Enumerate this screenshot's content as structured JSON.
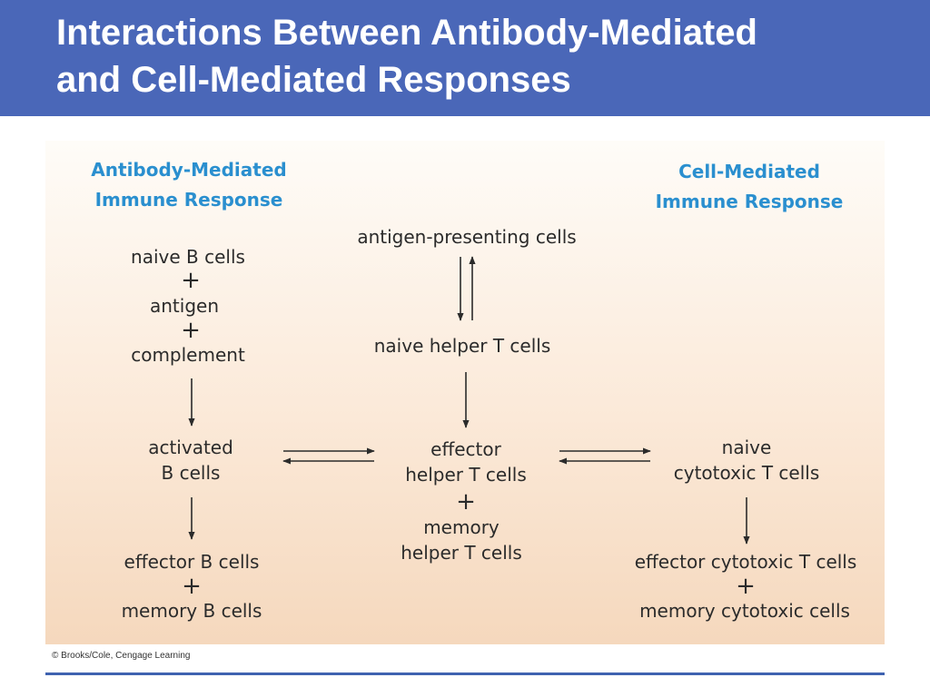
{
  "slide": {
    "title_lines": [
      "Interactions Between Antibody-Mediated",
      "and Cell-Mediated Responses"
    ],
    "credit": "© Brooks/Cole, Cengage Learning"
  },
  "colors": {
    "title_bar": "#4a67b8",
    "title_text": "#ffffff",
    "heading_text": "#2a8fcf",
    "body_text": "#2b2b2b",
    "arrow": "#2b2b2b",
    "rule": "#3f62b0"
  },
  "diagram": {
    "headings": {
      "antibody": [
        "Antibody-Mediated",
        "Immune Response"
      ],
      "cell": [
        "Cell-Mediated",
        "Immune Response"
      ]
    },
    "antibody_column": {
      "naive_b": "naive B cells",
      "antigen": "antigen",
      "complement": "complement",
      "activated_b": [
        "activated",
        "B cells"
      ],
      "effector_b": "effector B cells",
      "memory_b": "memory B cells"
    },
    "center_column": {
      "apc": "antigen-presenting cells",
      "naive_helper": "naive helper T cells",
      "effector_helper": [
        "effector",
        "helper T cells"
      ],
      "memory_helper": [
        "memory",
        "helper T cells"
      ]
    },
    "cell_column": {
      "naive_cytotoxic": [
        "naive",
        "cytotoxic T cells"
      ],
      "effector_cytotoxic": "effector cytotoxic T cells",
      "memory_cytotoxic": "memory cytotoxic cells"
    },
    "plus_symbol": "+"
  }
}
